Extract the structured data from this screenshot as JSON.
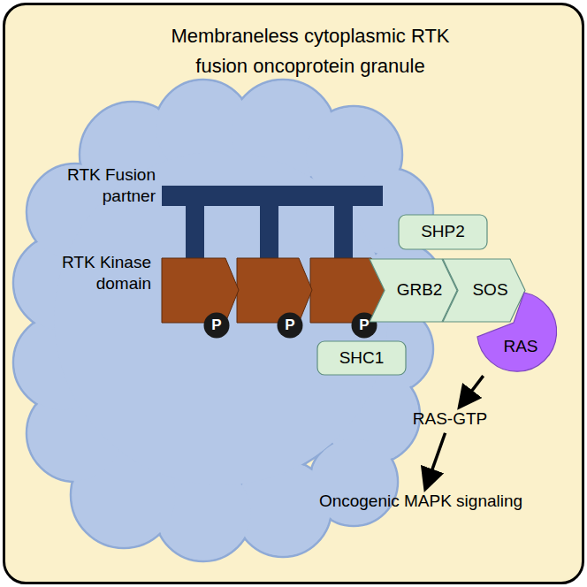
{
  "diagram": {
    "nodes": [
      {
        "text": [
          "Membraneless cytoplasmic RTK fusion oncoprotein granule"
        ]
      },
      {
        "text": [
          "P"
        ],
        "in": 0
      },
      {
        "text": [
          "P"
        ],
        "in": 0
      },
      {
        "text": [
          "P"
        ],
        "in": 0
      },
      {
        "text": [
          "SHP2"
        ],
        "in": 0
      },
      {
        "text": [
          "GRB2"
        ],
        "in": 0
      },
      {
        "text": [
          "SOS"
        ],
        "in": 0
      },
      {
        "text": [
          "SHC1"
        ],
        "in": 0
      },
      {
        "text": [
          "RAS"
        ],
        "in": 0
      },
      {
        "text": [
          "RAS-GTP"
        ],
        "in": 0
      },
      {
        "text": [
          "Oncogenic MAPK signaling"
        ],
        "in": 0
      }
    ],
    "edges": [
      {
        "from": 8,
        "to": 9,
        "arrow": "to"
      },
      {
        "from": 9,
        "to": 10,
        "arrow": "to"
      }
    ],
    "labels": [
      "RTK Fusion partner",
      "RTK Kinase domain"
    ]
  }
}
